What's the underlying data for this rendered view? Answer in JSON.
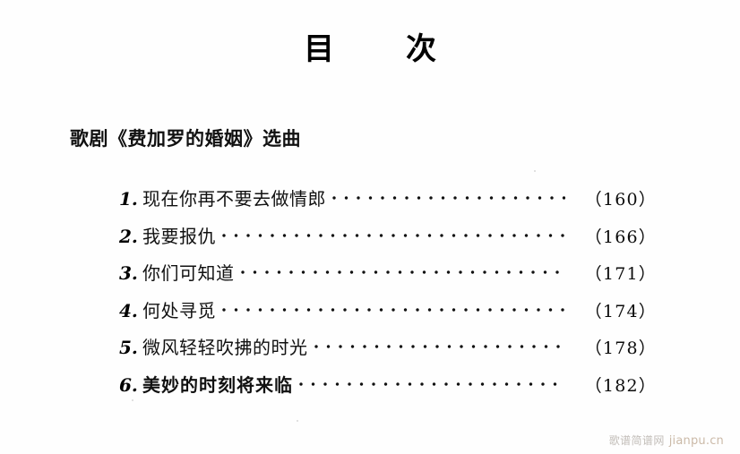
{
  "page": {
    "title_chars": [
      "目",
      "次"
    ],
    "title_full": "目  次",
    "background_color": "#ffffff",
    "text_color": "#111111"
  },
  "section": {
    "heading": "歌剧《费加罗的婚姻》选曲"
  },
  "contents": {
    "leader_glyph": "dot-leader",
    "entries": [
      {
        "number": "1.",
        "title": "现在你再不要去做情郎",
        "page": "（160）",
        "emphasis": false
      },
      {
        "number": "2.",
        "title": "我要报仇",
        "page": "（166）",
        "emphasis": false
      },
      {
        "number": "3.",
        "title": "你们可知道",
        "page": "（171）",
        "emphasis": false
      },
      {
        "number": "4.",
        "title": "何处寻觅",
        "page": "（174）",
        "emphasis": false
      },
      {
        "number": "5.",
        "title": "微风轻轻吹拂的时光",
        "page": "（178）",
        "emphasis": false
      },
      {
        "number": "6.",
        "title": "美妙的时刻将来临",
        "page": "（182）",
        "emphasis": true
      }
    ]
  },
  "watermark": {
    "site_name": "歌谱简谱网",
    "url": "jianpu.cn",
    "site_color": "#c2bdb8",
    "url_color": "#cbbaa8"
  }
}
